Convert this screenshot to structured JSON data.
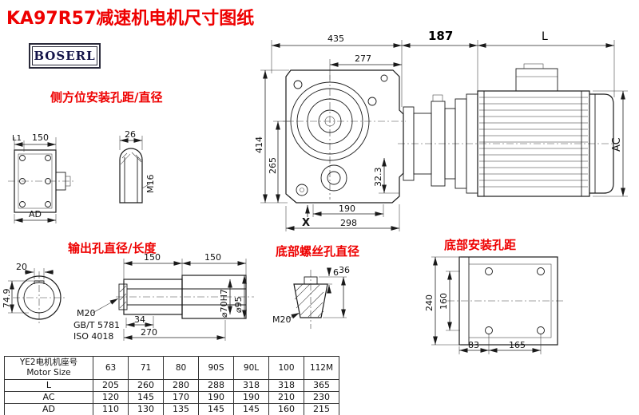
{
  "title": "KA97R57减速机电机尺寸图纸",
  "logo": "BOSERL",
  "annotations": {
    "side_mount": "侧方位安装孔距/直径",
    "output_hole": "输出孔直径/长度",
    "bottom_screw": "底部螺丝孔直径",
    "bottom_mount": "底部安装孔距"
  },
  "dimensions": {
    "top_width": "435",
    "inner_width": "277",
    "motor_flange": "187",
    "motor_length": "L",
    "height": "414",
    "center_height": "265",
    "foot_offset": "32.3",
    "foot_span": "190",
    "base_width": "298",
    "x_mark": "X",
    "motor_ac": "AC",
    "side_l1": "L1",
    "side_150": "150",
    "side_ad": "AD",
    "key_slot_width": "26",
    "slot_thread": "M16",
    "keyway_width": "20",
    "shaft_seg1": "150",
    "shaft_seg2": "150",
    "bore_height": "74.9",
    "tap_m20": "M20",
    "std1": "GB/T 5781",
    "std2": "ISO 4018",
    "key_len": "34",
    "shaft_len": "270",
    "bore_dia": "⌀70H7",
    "hub_dia": "⌀95",
    "screw_tip": "6",
    "screw_len": "36",
    "screw_thread": "M20",
    "mount_height": "240",
    "mount_inner": "160",
    "mount_x1": "83",
    "mount_x2": "165"
  },
  "table": {
    "rows": [
      [
        "YE2电机机座号\nMotor Size",
        "63",
        "71",
        "80",
        "90S",
        "90L",
        "100",
        "112M"
      ],
      [
        "L",
        "205",
        "260",
        "280",
        "288",
        "318",
        "318",
        "365"
      ],
      [
        "AC",
        "120",
        "145",
        "170",
        "190",
        "190",
        "210",
        "230"
      ],
      [
        "AD",
        "110",
        "130",
        "135",
        "145",
        "145",
        "160",
        "215"
      ]
    ]
  },
  "colors": {
    "accent_red": "#ee0000",
    "line": "#1a1a1a"
  }
}
